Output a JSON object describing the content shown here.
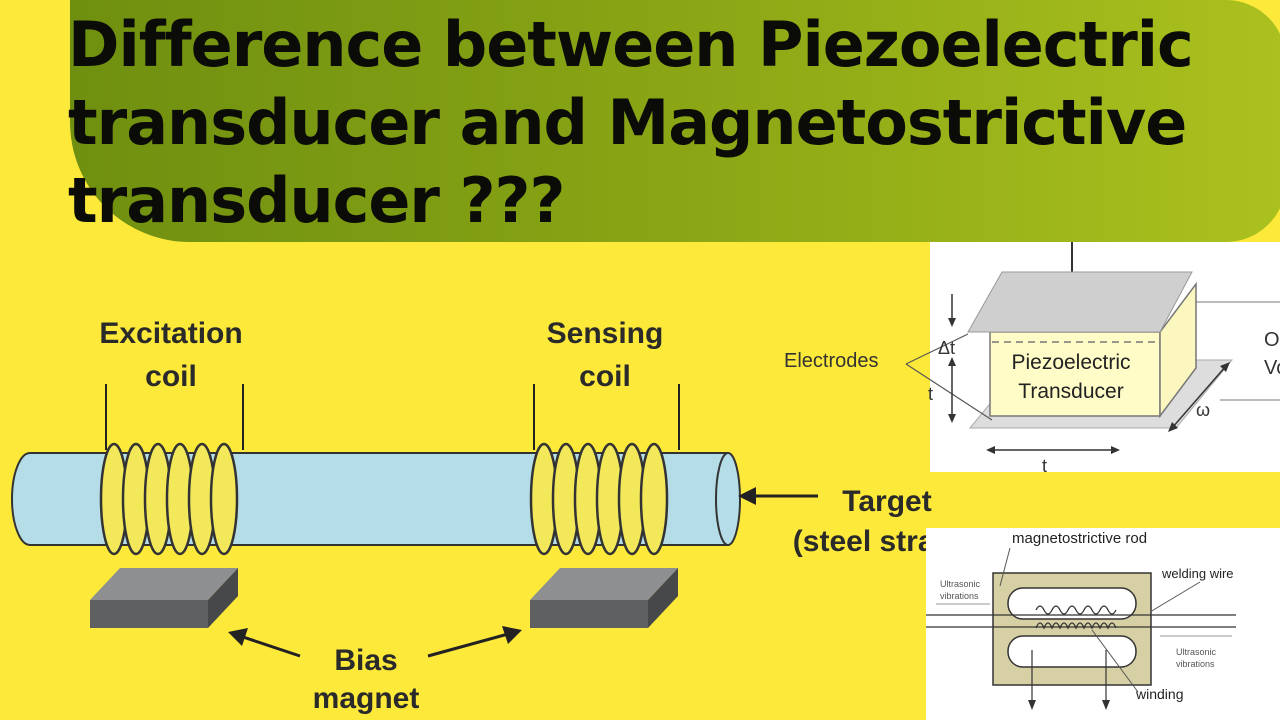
{
  "title": {
    "line1": "Difference between Piezoelectric",
    "line2": "transducer and Magnetostrictive",
    "line3": "transducer ???"
  },
  "colors": {
    "background": "#fde93a",
    "banner": "#8aa615",
    "rod": "#b4dde8",
    "coil": "#f2e85a",
    "magnet": "#5f6062"
  },
  "sensor_diagram": {
    "excitation_coil_line1": "Excitation",
    "excitation_coil_line2": "coil",
    "sensing_coil_line1": "Sensing",
    "sensing_coil_line2": "coil",
    "target_line1": "Target",
    "target_line2": "(steel strand)",
    "bias_magnet_line1": "Bias",
    "bias_magnet_line2": "magnet"
  },
  "piezo_diagram": {
    "electrodes": "Electrodes",
    "delta_t": "Δt",
    "t_side": "t",
    "t_bottom": "t",
    "omega": "ω",
    "transducer_line1": "Piezoelectric",
    "transducer_line2": "Transducer",
    "output_partial_line1": "O",
    "output_partial_line2": "Vo"
  },
  "magneto_diagram": {
    "rod": "magnetostrictive rod",
    "ultrasonic_left_line1": "Ultrasonic",
    "ultrasonic_left_line2": "vibrations",
    "welding_wire": "welding wire",
    "ultrasonic_right_line1": "Ultrasonic",
    "ultrasonic_right_line2": "vibrations",
    "winding": "winding"
  }
}
